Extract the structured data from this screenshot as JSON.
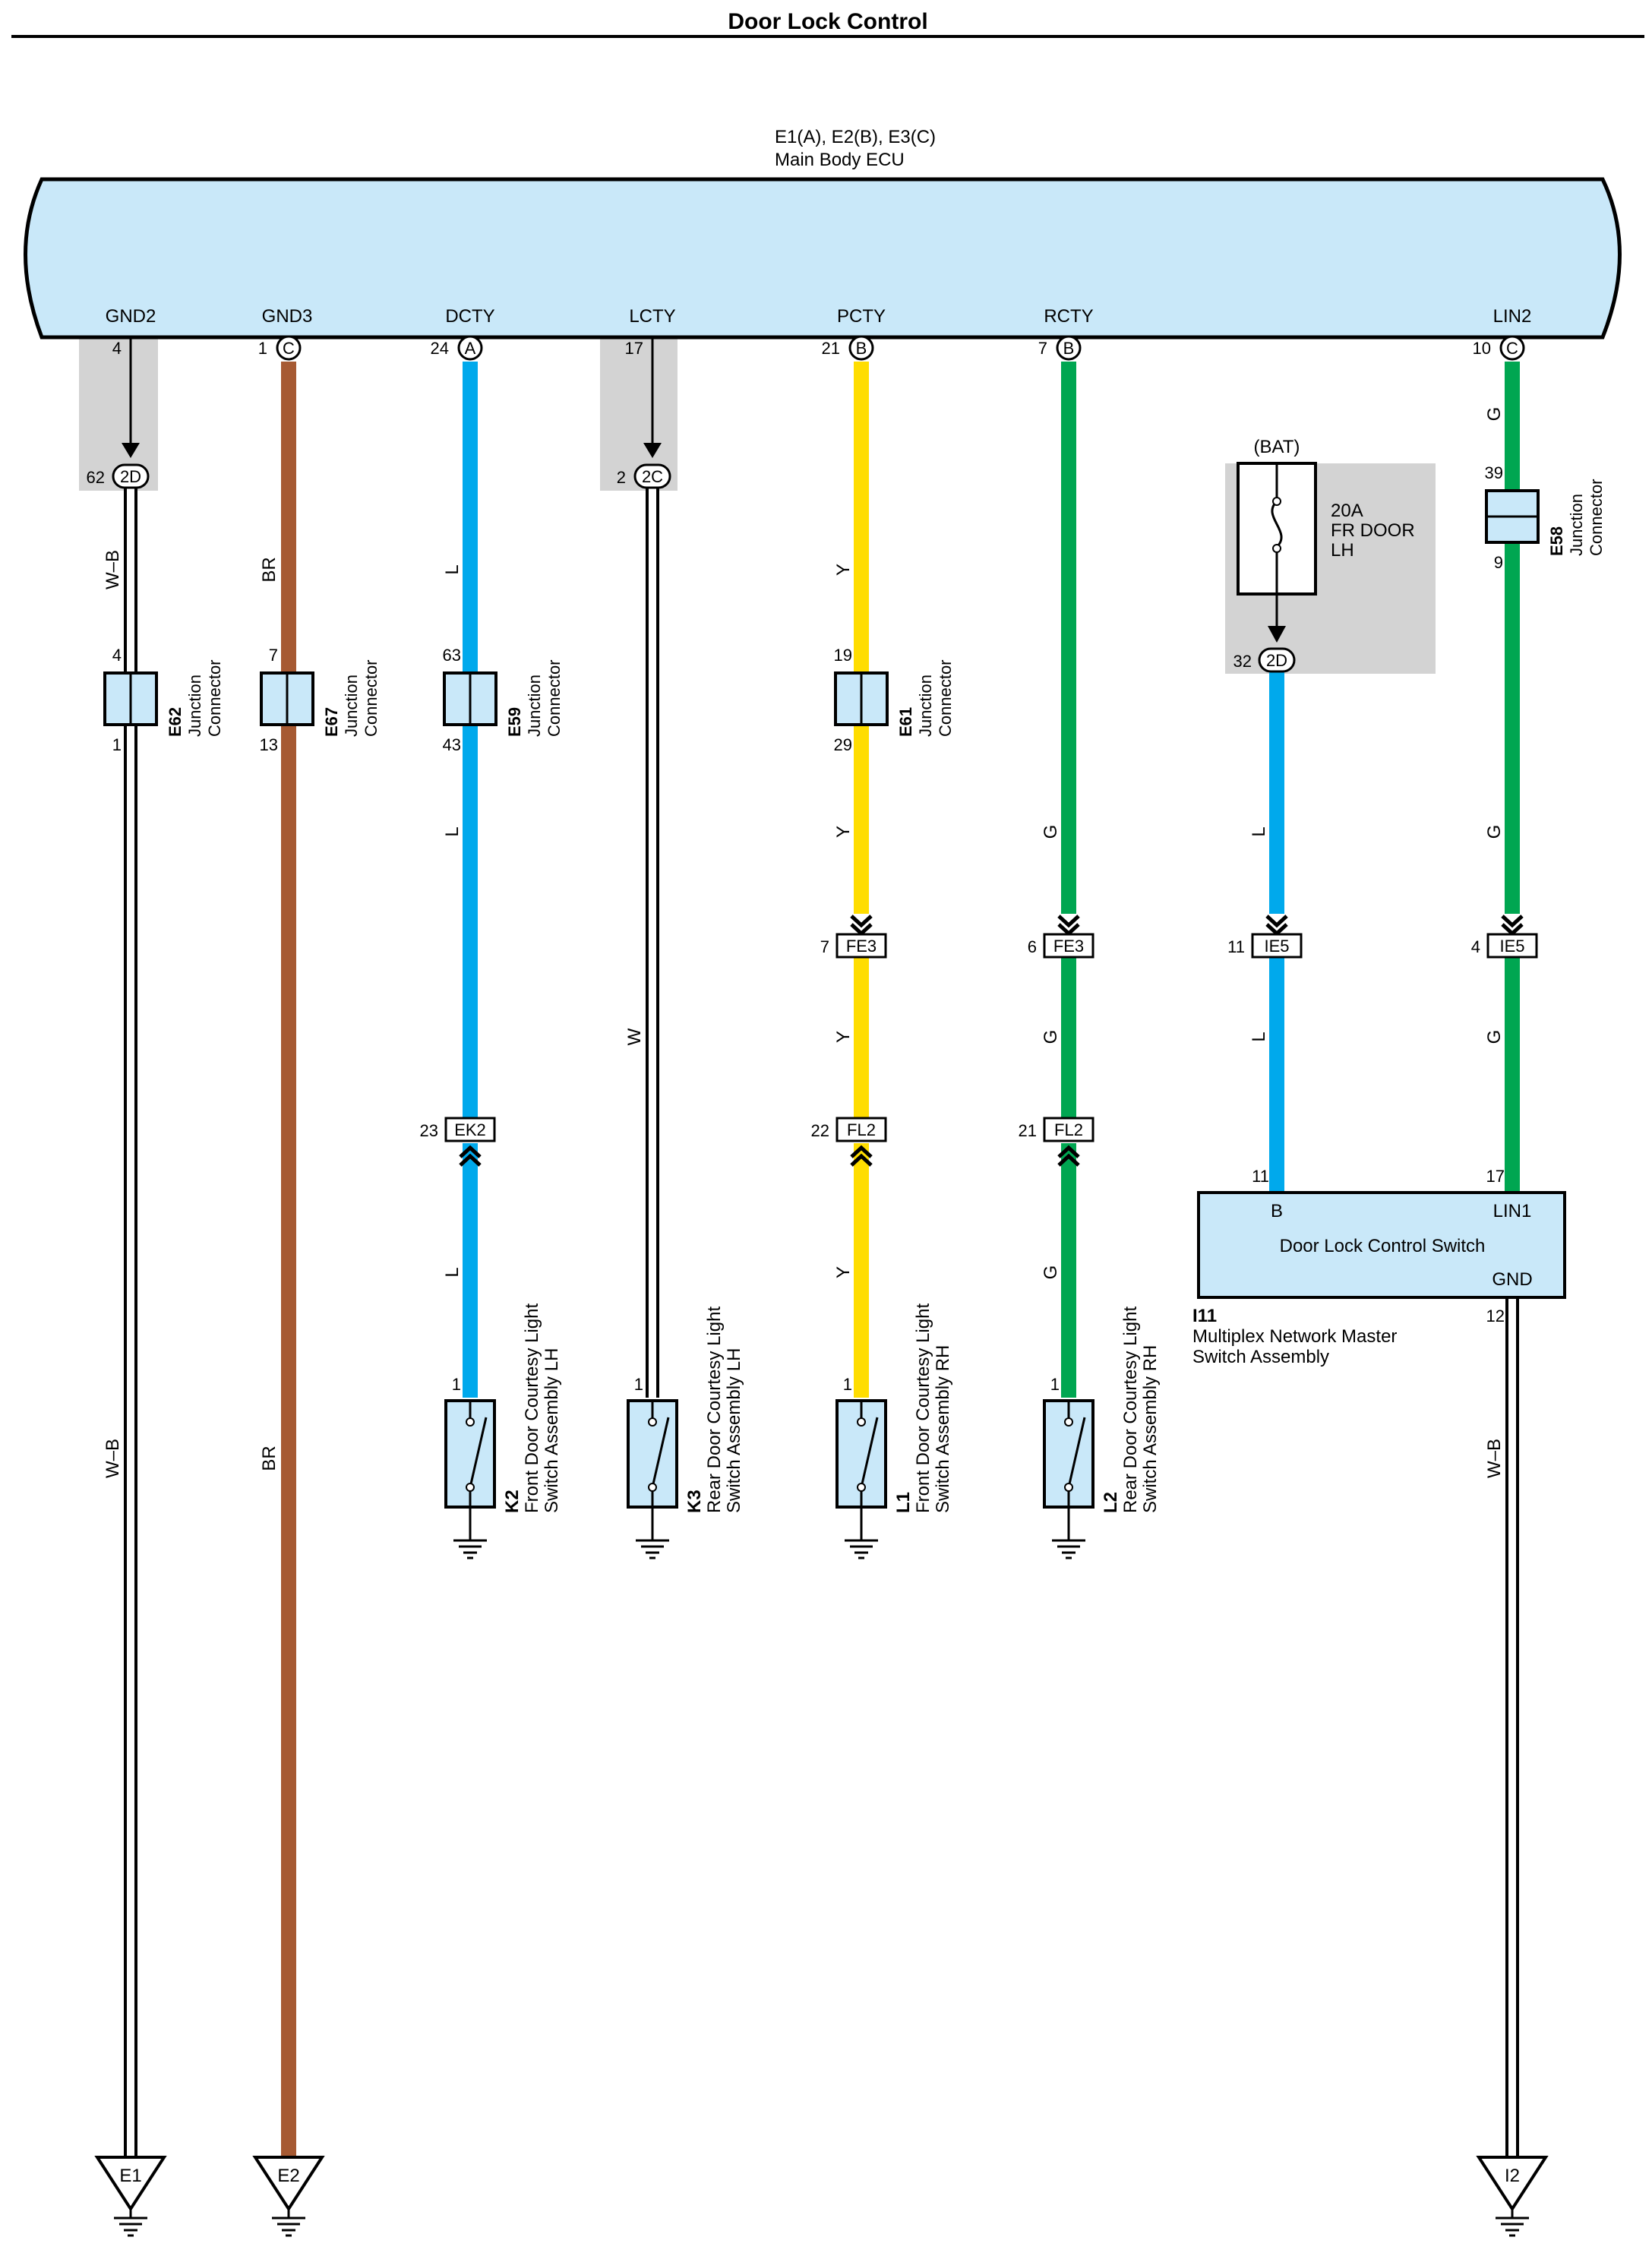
{
  "title": "Door Lock Control",
  "ecu": {
    "connectors": "E1(A), E2(B), E3(C)",
    "name": "Main Body ECU"
  },
  "terminals": {
    "gnd2": {
      "name": "GND2",
      "pin": "4"
    },
    "gnd3": {
      "name": "GND3",
      "pin": "1",
      "conn": "C"
    },
    "dcty": {
      "name": "DCTY",
      "pin": "24",
      "conn": "A"
    },
    "lcty": {
      "name": "LCTY",
      "pin": "17"
    },
    "pcty": {
      "name": "PCTY",
      "pin": "21",
      "conn": "B"
    },
    "rcty": {
      "name": "RCTY",
      "pin": "7",
      "conn": "B"
    },
    "lin2": {
      "name": "LIN2",
      "pin": "10",
      "conn": "C"
    }
  },
  "wire_colors": {
    "W-B": "#ffffff",
    "BR": "#a65a33",
    "L": "#00a9ec",
    "W": "#ffffff",
    "Y": "#ffdd00",
    "G": "#00a651"
  },
  "wires": {
    "W_B": "W–B",
    "BR": "BR",
    "L": "L",
    "W": "W",
    "Y": "Y",
    "G": "G"
  },
  "jb_2d_a": {
    "pin": "62",
    "label": "2D"
  },
  "jb_2c": {
    "pin": "2",
    "label": "2C"
  },
  "jb_2d_b": {
    "pin": "32",
    "label": "2D"
  },
  "fuse": {
    "source": "(BAT)",
    "rating": "20A",
    "line1": "FR DOOR",
    "line2": "LH"
  },
  "junctions": {
    "e62": {
      "id": "E62",
      "name1": "Junction",
      "name2": "Connector",
      "pin_in": "4",
      "pin_out": "1"
    },
    "e67": {
      "id": "E67",
      "name1": "Junction",
      "name2": "Connector",
      "pin_in": "7",
      "pin_out": "13"
    },
    "e59": {
      "id": "E59",
      "name1": "Junction",
      "name2": "Connector",
      "pin_in": "63",
      "pin_out": "43"
    },
    "e61": {
      "id": "E61",
      "name1": "Junction",
      "name2": "Connector",
      "pin_in": "19",
      "pin_out": "29"
    },
    "e58": {
      "id": "E58",
      "name1": "Junction",
      "name2": "Connector",
      "pin_in": "39",
      "pin_out": "9"
    }
  },
  "inline": {
    "fe3_p": {
      "pin": "7",
      "label": "FE3"
    },
    "fe3_r": {
      "pin": "6",
      "label": "FE3"
    },
    "ie5_b": {
      "pin": "11",
      "label": "IE5"
    },
    "ie5_l": {
      "pin": "4",
      "label": "IE5"
    },
    "ek2": {
      "pin": "23",
      "label": "EK2"
    },
    "fl2_p": {
      "pin": "22",
      "label": "FL2"
    },
    "fl2_r": {
      "pin": "21",
      "label": "FL2"
    }
  },
  "switch_assembly": {
    "name": "Door Lock Control Switch",
    "term_b": "B",
    "term_lin1": "LIN1",
    "term_gnd": "GND",
    "pin_b": "11",
    "pin_lin1": "17",
    "pin_gnd": "12",
    "id": "I11",
    "desc1": "Multiplex Network Master",
    "desc2": "Switch Assembly"
  },
  "switches": {
    "k2": {
      "id": "K2",
      "pin": "1",
      "line1": "Front Door Courtesy Light",
      "line2": "Switch Assembly LH"
    },
    "k3": {
      "id": "K3",
      "pin": "1",
      "line1": "Rear Door Courtesy Light",
      "line2": "Switch Assembly LH"
    },
    "l1": {
      "id": "L1",
      "pin": "1",
      "line1": "Front Door Courtesy Light",
      "line2": "Switch Assembly RH"
    },
    "l2": {
      "id": "L2",
      "pin": "1",
      "line1": "Rear Door Courtesy Light",
      "line2": "Switch Assembly RH"
    }
  },
  "grounds": {
    "e1": "E1",
    "e2": "E2",
    "i2": "I2"
  }
}
